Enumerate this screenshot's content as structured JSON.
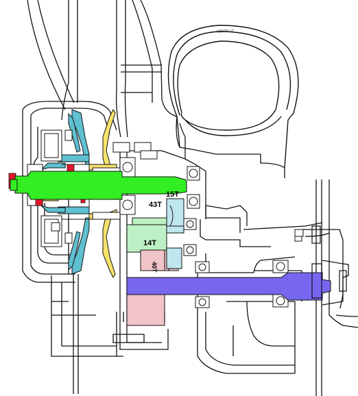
{
  "tire_size": "120/70-17",
  "gear_labels": {
    "primary_driven": "15T",
    "secondary_drive_upper": "43T",
    "secondary_drive_lower": "14T",
    "final_gear": "40T"
  },
  "colors": {
    "input_shaft": "#33ee22",
    "output_shaft": "#7766ee",
    "gear_15t": "#bfe6ef",
    "gear_14t": "#bdf0c4",
    "gear_40t": "#f0c4c8",
    "clutch_blue": "#5fc0d0",
    "clutch_yellow": "#f6e26a",
    "seal_red": "#e2182a",
    "line": "#111111"
  }
}
